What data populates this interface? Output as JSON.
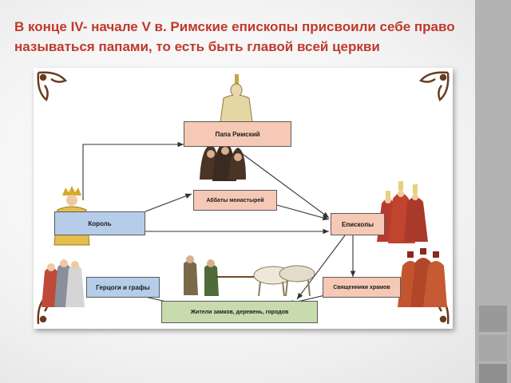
{
  "slide": {
    "title": "В конце IV- начале V в. Римские епископы присвоили себе право называться папами, то есть быть главой всей церкви"
  },
  "diagram": {
    "nodes": {
      "pope": "Папа Римский",
      "abbots": "Аббаты монастырей",
      "king": "Король",
      "bishops": "Епископы",
      "dukes": "Герцоги и графы",
      "priests": "Священники храмов",
      "residents": "Жители замков, деревень, городов"
    },
    "colors": {
      "church_box": "#f5c9b6",
      "secular_box": "#b5cde8",
      "people_box": "#c8dbad",
      "accent_title": "#c0392b"
    }
  }
}
